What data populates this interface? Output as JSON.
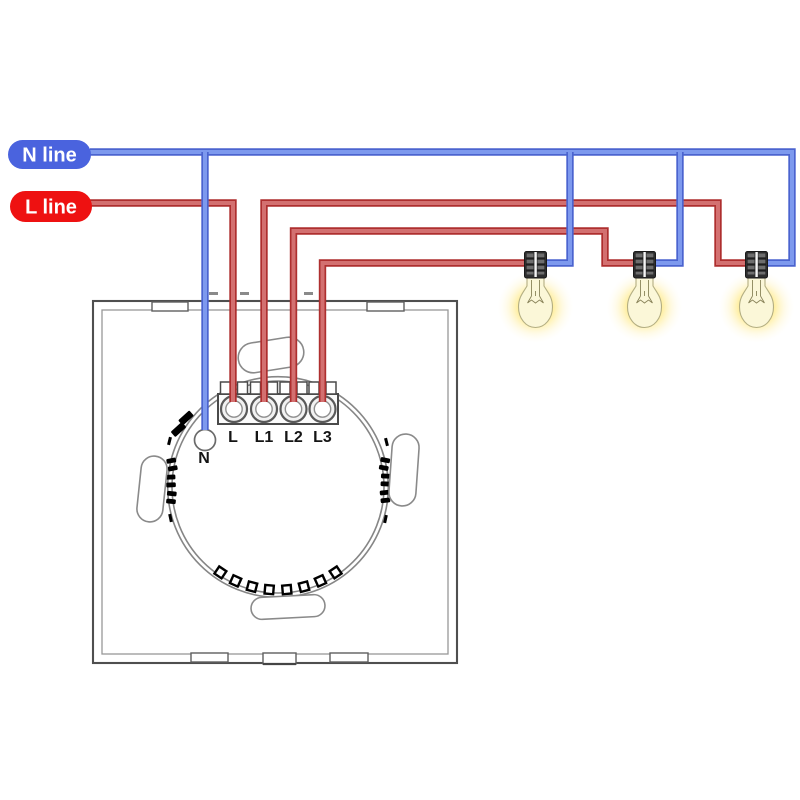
{
  "diagram": {
    "title_hint": "3-gang touch switch wiring diagram",
    "legend": {
      "n_line_label": "N line",
      "l_line_label": "L line"
    },
    "switch": {
      "terminal_labels": [
        "L",
        "L1",
        "L2",
        "L3"
      ],
      "neutral_label": "N"
    },
    "lamps": {
      "count": 3,
      "icon": "light-bulb-icon"
    },
    "colors": {
      "neutral-wire": "#7d99ee",
      "neutral-wire-dark": "#4b64cf",
      "live-wire": "#d37070",
      "live-wire-dark": "#ae2f2f",
      "n-pill": "#4a63de",
      "l-pill": "#ee1111",
      "panel-line": "#4f4f4f",
      "ring-line": "#868686",
      "bulb-glow": "#ffe25e",
      "bulb-glass": "#fbf7d8"
    }
  }
}
